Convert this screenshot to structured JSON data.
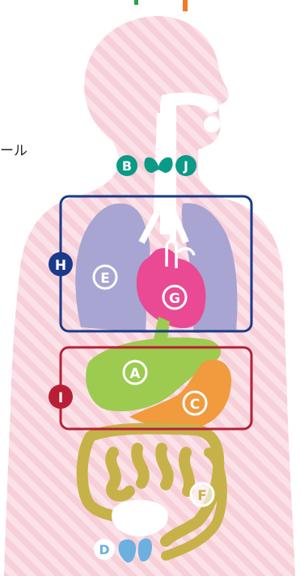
{
  "side_caption": "ール",
  "labels": {
    "A": "A",
    "B": "B",
    "C": "C",
    "D": "D",
    "E": "E",
    "F": "F",
    "G": "G",
    "H": "H",
    "I": "I",
    "J": "J"
  },
  "icons": {
    "body": "human-body-silhouette",
    "organs": [
      "thyroid",
      "lungs",
      "heart",
      "liver",
      "stomach",
      "intestines",
      "bladder",
      "kidneys"
    ]
  },
  "colors": {
    "body_fill": "#f7cfd8",
    "body_stripe": "#fbe3e9",
    "lung": "#a9a6d1",
    "heart": "#e84a93",
    "liver": "#9ccb4f",
    "stomach": "#f19a3e",
    "intestine": "#c7b24a",
    "bladder": "#ffffff",
    "kidney": "#6cb0e0",
    "teal_badge": "#0a9a86",
    "blue_box": "#1a3a8a",
    "red_box": "#b81f35"
  }
}
